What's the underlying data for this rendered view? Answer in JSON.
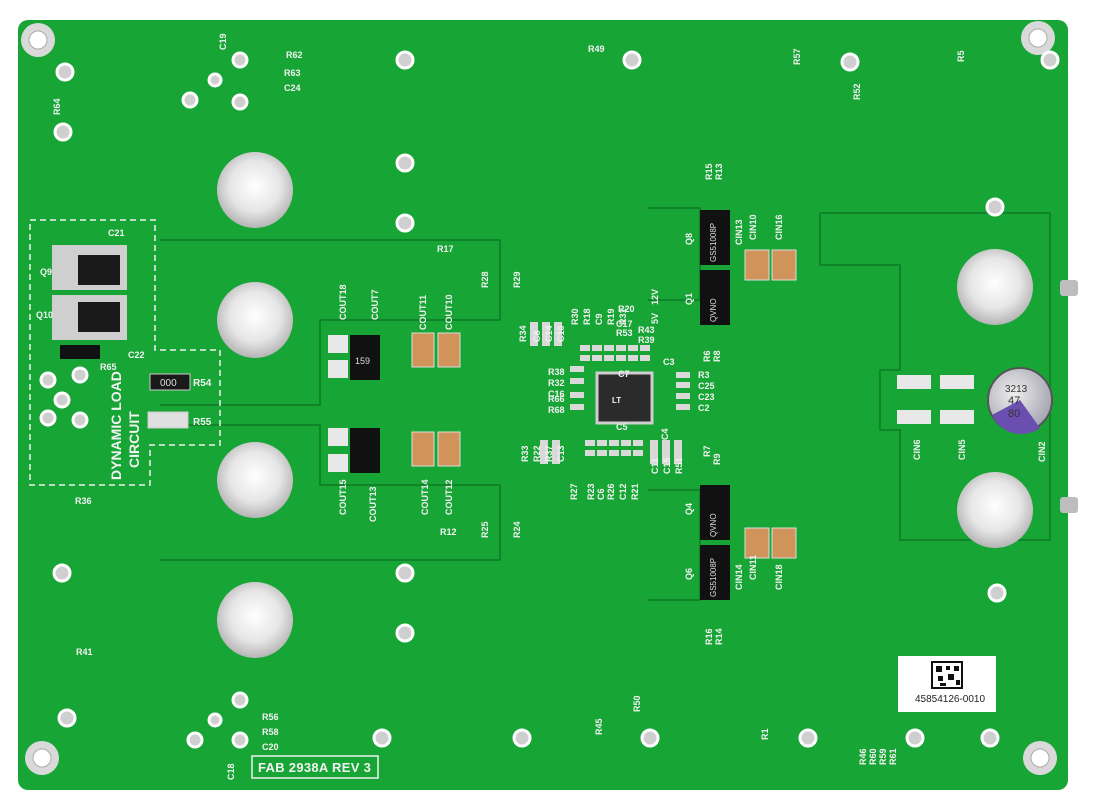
{
  "board": {
    "fab_label": "FAB 2938A REV 3",
    "part_number": "45854126-0010",
    "circuit_title_line1": "DYNAMIC LOAD",
    "circuit_title_line2": "CIRCUIT",
    "colors": {
      "pcb": "#17a535",
      "pcb_dark": "#0f8a2a",
      "silkscreen": "#f2f2f2",
      "pad": "#c9c9c9",
      "copper_trace": "#139630"
    }
  },
  "labels": {
    "C19": "C19",
    "R62": "R62",
    "R63": "R63",
    "C24": "C24",
    "R49": "R49",
    "R57": "R57",
    "R5": "R5",
    "R52": "R52",
    "R64": "R64",
    "C21": "C21",
    "Q9": "Q9",
    "Q10": "Q10",
    "R65": "R65",
    "C22": "C22",
    "R54": "R54",
    "R55": "R55",
    "R17": "R17",
    "R28": "R28",
    "R29": "R29",
    "COUT18": "COUT18",
    "COUT7": "COUT7",
    "COUT11": "COUT11",
    "COUT10": "COUT10",
    "COUT15": "COUT15",
    "COUT13": "COUT13",
    "COUT14": "COUT14",
    "COUT12": "COUT12",
    "R12": "R12",
    "R25": "R25",
    "R24": "R24",
    "R36": "R36",
    "R41": "R41",
    "R15": "R15",
    "R13": "R13",
    "Q8": "Q8",
    "CIN13": "CIN13",
    "CIN10": "CIN10",
    "CIN16": "CIN16",
    "Q1": "Q1",
    "R6": "R6",
    "R8": "R8",
    "C3": "C3",
    "C7": "C7",
    "C5": "C5",
    "C4": "C4",
    "R38": "R38",
    "R32": "R32",
    "C16": "C16",
    "R66": "R66",
    "R68": "R68",
    "R3": "R3",
    "C25": "C25",
    "C23": "C23",
    "C2": "C2",
    "R34": "R34",
    "C8": "C8",
    "C14": "C14",
    "C10": "C10",
    "R30": "R30",
    "R18": "R18",
    "C9": "C9",
    "R19": "R19",
    "R31": "R31",
    "R20": "R20",
    "C17": "C17",
    "R53": "R53",
    "R43": "R43",
    "R39": "R39",
    "V5V": "5V",
    "V12V": "12V",
    "R33": "R33",
    "R22": "R22",
    "R37": "R37",
    "C13": "C13",
    "C11": "C11",
    "C15": "C15",
    "R51": "R51",
    "R7": "R7",
    "R9": "R9",
    "R27": "R27",
    "R23": "R23",
    "C6": "C6",
    "R26": "R26",
    "C12": "C12",
    "R21": "R21",
    "Q4": "Q4",
    "Q6": "Q6",
    "CIN14": "CIN14",
    "CIN11": "CIN11",
    "CIN18": "CIN18",
    "R16": "R16",
    "R14": "R14",
    "CIN6": "CIN6",
    "CIN5": "CIN5",
    "CIN2": "CIN2",
    "R56": "R56",
    "R58": "R58",
    "C20": "C20",
    "C18": "C18",
    "R45": "R45",
    "R50": "R50",
    "R1": "R1",
    "R46": "R46",
    "R60": "R60",
    "R59": "R59",
    "R61": "R61"
  },
  "part_marks": {
    "mosfet_code": "GS51008P",
    "mosfet_sub": "QVNO",
    "cap_code1": "3213",
    "cap_val1": "47",
    "cap_val2": "80",
    "resistor_code": "000",
    "cout_code": "159"
  }
}
